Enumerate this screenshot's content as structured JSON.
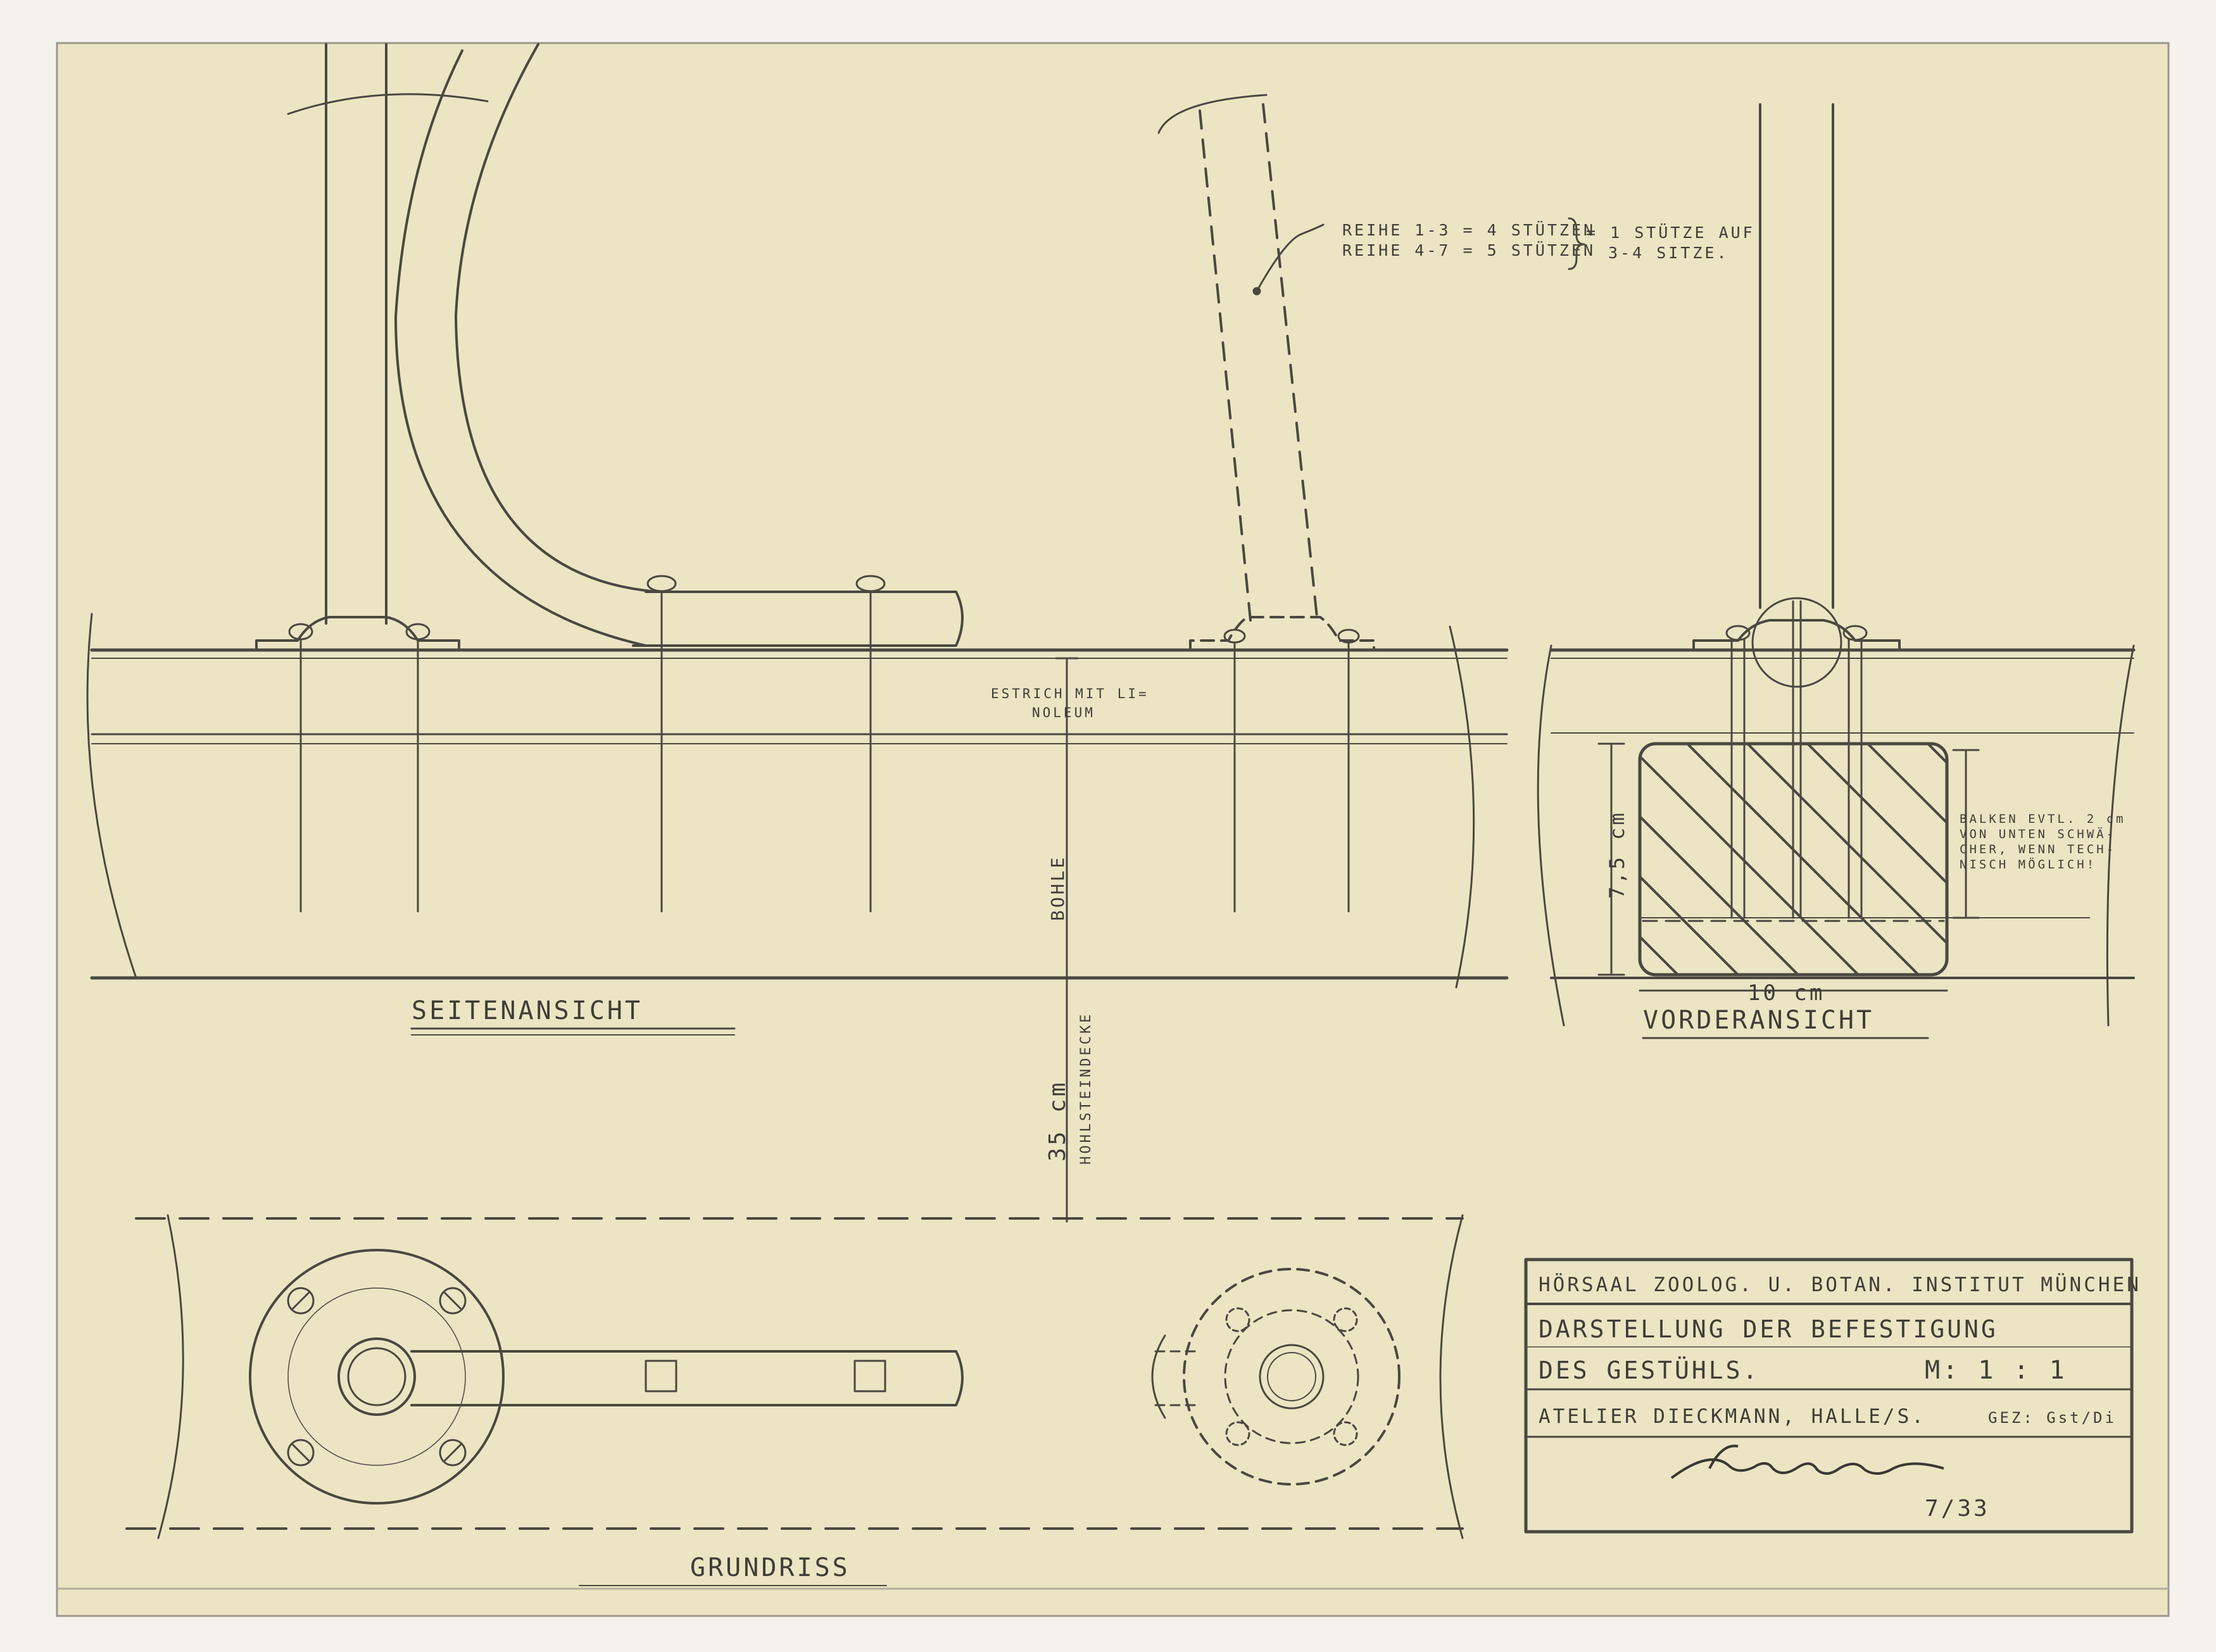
{
  "views": {
    "side": "SEITENANSICHT",
    "front": "VORDERANSICHT",
    "plan": "GRUNDRISS"
  },
  "support_note": {
    "row1": "REIHE 1-3 = 4 STÜTZEN",
    "row2": "REIHE 4-7 = 5 STÜTZEN",
    "result_line1": "= 1 STÜTZE AUF",
    "result_line2": "3-4 SITZE."
  },
  "layers": {
    "screed_line1": "ESTRICH MIT LI=",
    "screed_line2": "NOLEUM",
    "plank": "BOHLE",
    "slab_thickness": "35 cm",
    "slab": "HOHLSTEINDECKE"
  },
  "beam": {
    "height": "7,5 cm",
    "width": "10 cm",
    "note_line1": "BALKEN EVTL. 2 cm",
    "note_line2": "VON UNTEN SCHWÄ-",
    "note_line3": "CHER, WENN TECH-",
    "note_line4": "NISCH MÖGLICH!"
  },
  "title_block": {
    "client": "HÖRSAAL ZOOLOG. U. BOTAN. INSTITUT MÜNCHEN",
    "title_line1": "DARSTELLUNG DER BEFESTIGUNG",
    "title_line2": "DES GESTÜHLS.",
    "scale": "M: 1 : 1",
    "office": "ATELIER DIECKMANN, HALLE/S.",
    "drawn_by": "GEZ: Gst/Di",
    "date": "7/33"
  },
  "colors": {
    "paper": "#ebe5c4",
    "pencil": "#4a4840",
    "background": "#f4f2ec"
  }
}
